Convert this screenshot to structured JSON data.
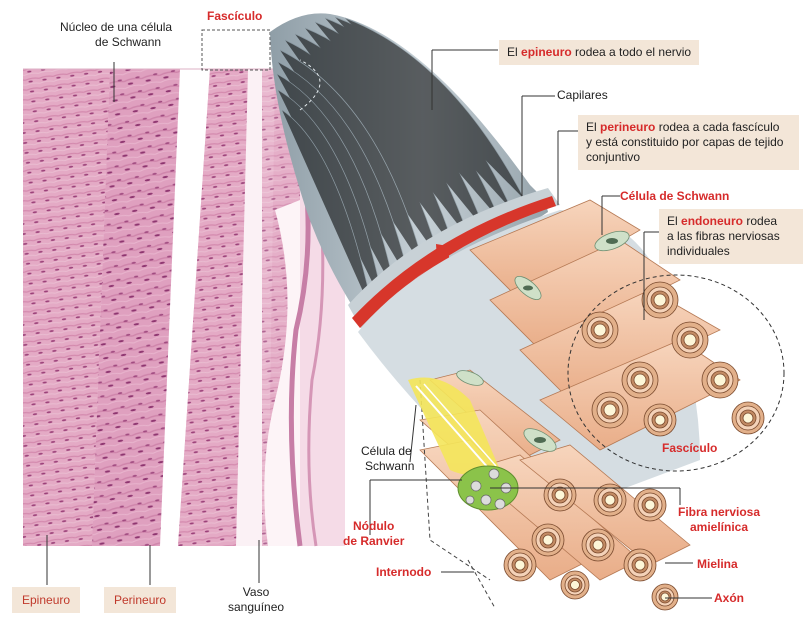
{
  "labels": {
    "fasciculo_top": "Fascículo",
    "nucleo_line1": "Núcleo de una célula",
    "nucleo_line2": "de Schwann",
    "epineuro_pre": "El ",
    "epineuro_hl": "epineuro",
    "epineuro_post": " rodea a todo el nervio",
    "capilares": "Capilares",
    "perineuro_pre": "El ",
    "perineuro_hl": "perineuro",
    "perineuro_post1": " rodea a cada fascículo",
    "perineuro_line2": "y está constituido por capas de tejido",
    "perineuro_line3": "conjuntivo",
    "celula_schwann_red": "Célula de Schwann",
    "endoneuro_pre": "El ",
    "endoneuro_hl": "endoneuro",
    "endoneuro_post1": " rodea",
    "endoneuro_line2": "a las fibras nerviosas",
    "endoneuro_line3": "individuales",
    "fasciculo_mid": "Fascículo",
    "celula_schwann_black_1": "Célula de",
    "celula_schwann_black_2": "Schwann",
    "nodulo_1": "Nódulo",
    "nodulo_2": "de Ranvier",
    "fibra_1": "Fibra nerviosa",
    "fibra_2": "amielínica",
    "internodo": "Internodo",
    "mielina": "Mielina",
    "axon": "Axón",
    "bottom_epineuro": "Epineuro",
    "bottom_perineuro": "Perineuro",
    "vaso_1": "Vaso",
    "vaso_2": "sanguíneo"
  },
  "colors": {
    "highlight": "#d62b2b",
    "callout_bg": "#f3e6d8",
    "tissue_pink": "#e3a9c4",
    "epineurium_gray": "#9fadb5",
    "fiber_peach": "#f2c3a3"
  }
}
